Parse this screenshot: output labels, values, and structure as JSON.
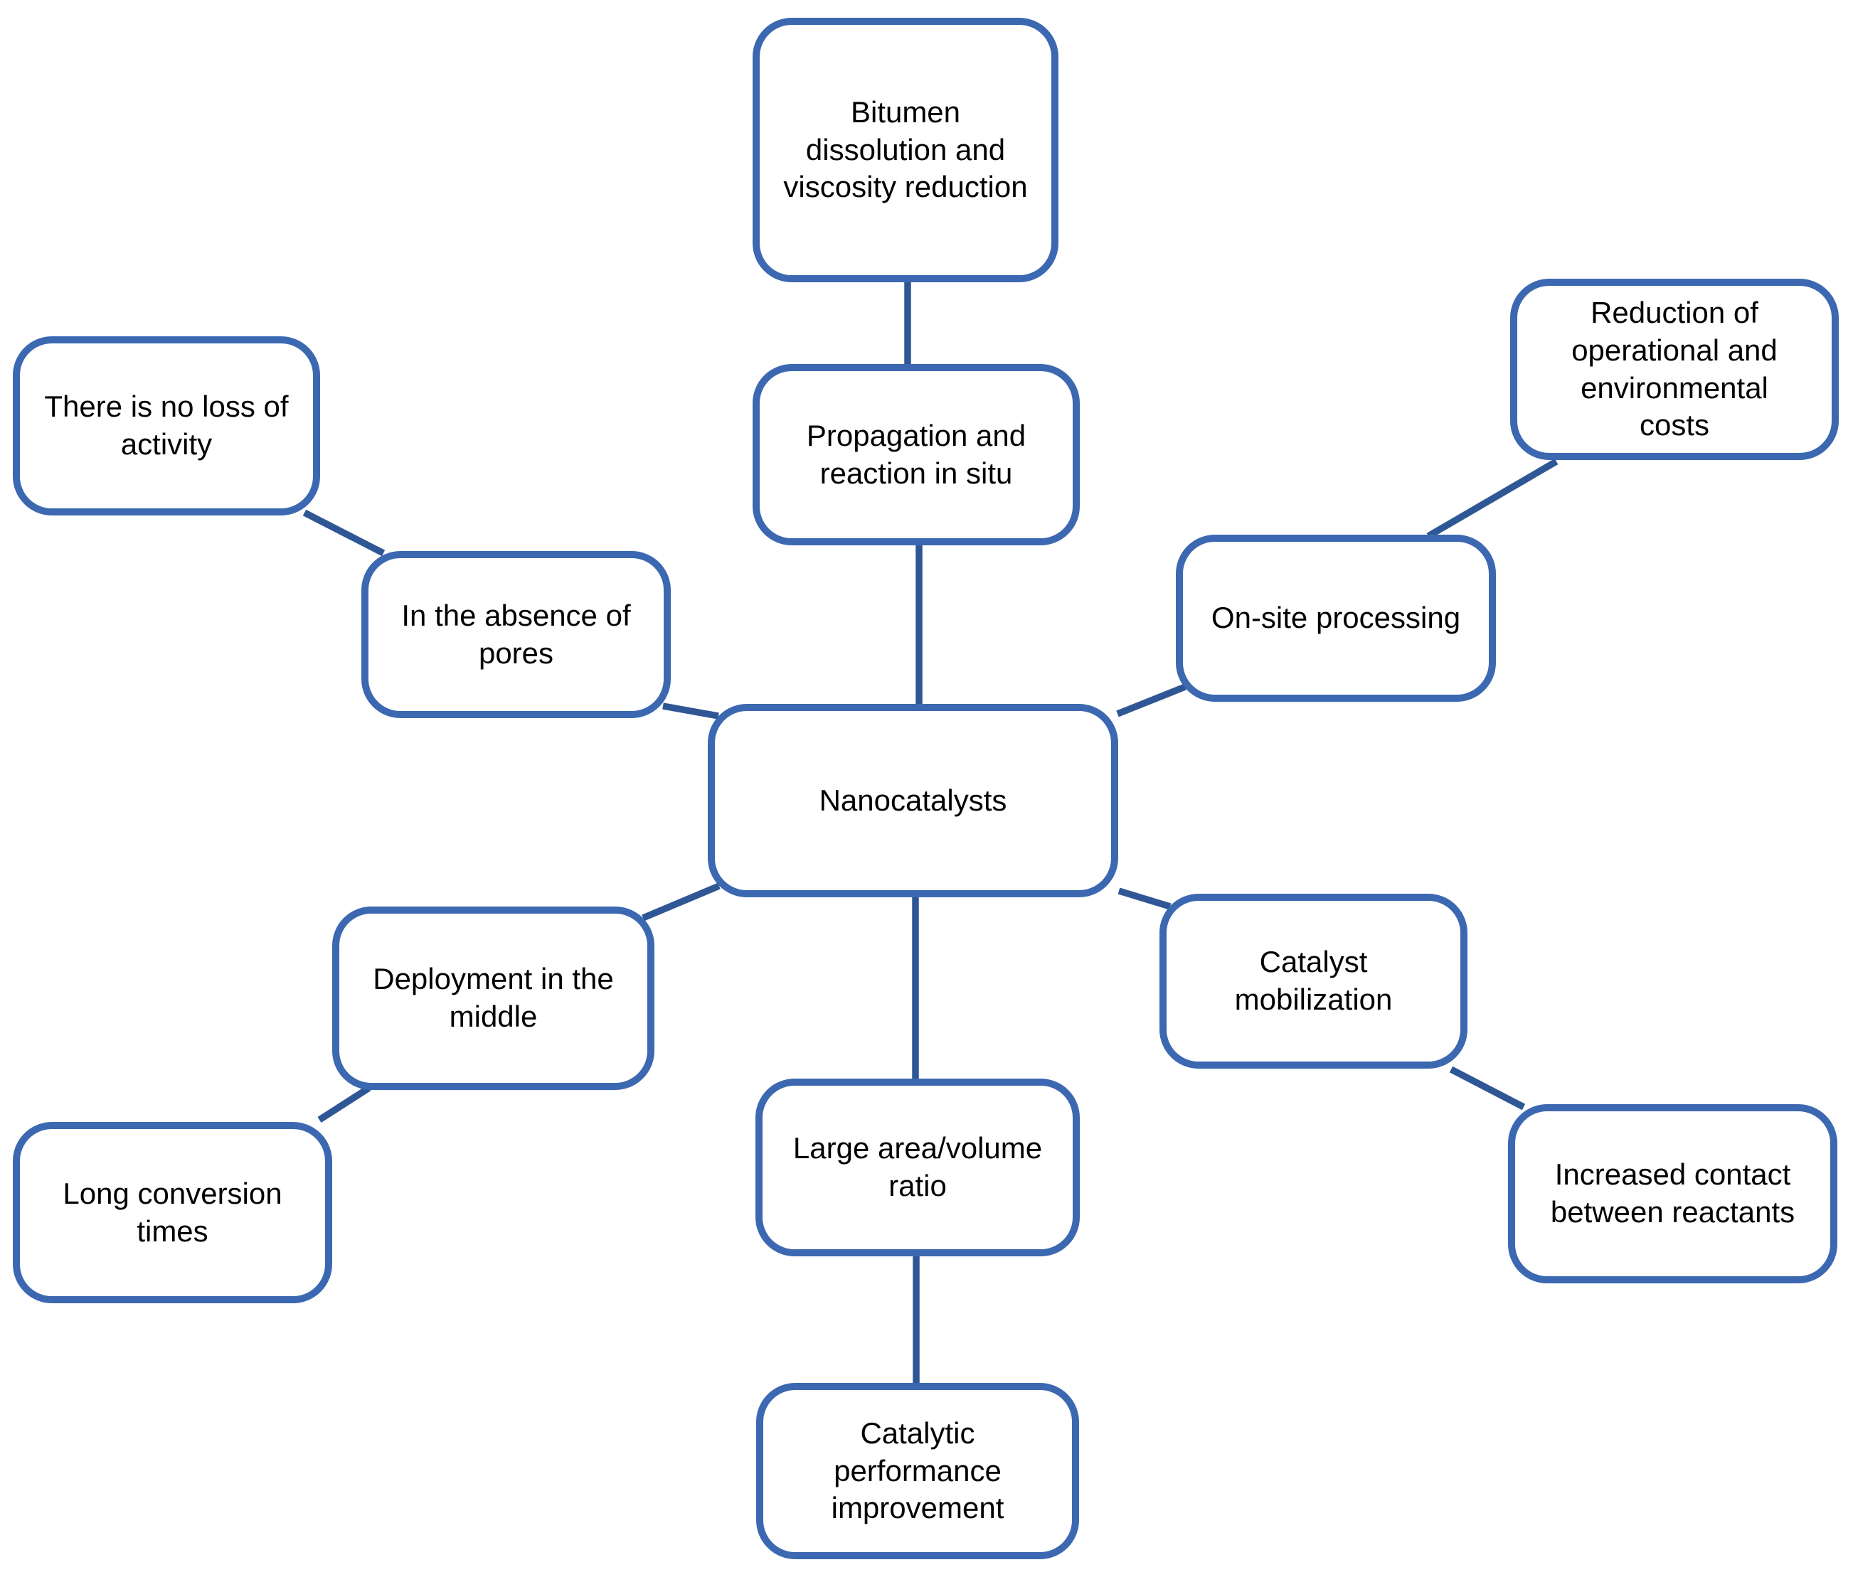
{
  "diagram": {
    "type": "mind-map",
    "center_topic": "Nanocatalysts"
  },
  "colors": {
    "node_border": "#3b68b1",
    "connector": "#2f5795",
    "text": "#000000",
    "background": "#ffffff"
  },
  "nodes": {
    "bitumen": {
      "label": "Bitumen\ndissolution and\nviscosity reduction"
    },
    "propagation": {
      "label": "Propagation and\nreaction in situ"
    },
    "nano": {
      "label": "Nanocatalysts"
    },
    "reduction": {
      "label": "Reduction of\noperational and\nenvironmental\ncosts"
    },
    "onsite": {
      "label": "On-site processing"
    },
    "noloss": {
      "label": "There is no loss of\nactivity"
    },
    "absence": {
      "label": "In the absence of\npores"
    },
    "deployment": {
      "label": "Deployment in the\nmiddle"
    },
    "longconv": {
      "label": "Long conversion\ntimes"
    },
    "mobilization": {
      "label": "Catalyst\nmobilization"
    },
    "increased": {
      "label": "Increased contact\nbetween reactants"
    },
    "largearea": {
      "label": "Large area/volume\nratio"
    },
    "catperf": {
      "label": "Catalytic\nperformance\nimprovement"
    }
  },
  "edges": [
    {
      "from": "bitumen",
      "to": "propagation"
    },
    {
      "from": "propagation",
      "to": "nano"
    },
    {
      "from": "nano",
      "to": "largearea"
    },
    {
      "from": "largearea",
      "to": "catperf"
    },
    {
      "from": "noloss",
      "to": "absence"
    },
    {
      "from": "absence",
      "to": "nano"
    },
    {
      "from": "reduction",
      "to": "onsite"
    },
    {
      "from": "onsite",
      "to": "nano"
    },
    {
      "from": "nano",
      "to": "deployment"
    },
    {
      "from": "deployment",
      "to": "longconv"
    },
    {
      "from": "nano",
      "to": "mobilization"
    },
    {
      "from": "mobilization",
      "to": "increased"
    }
  ]
}
